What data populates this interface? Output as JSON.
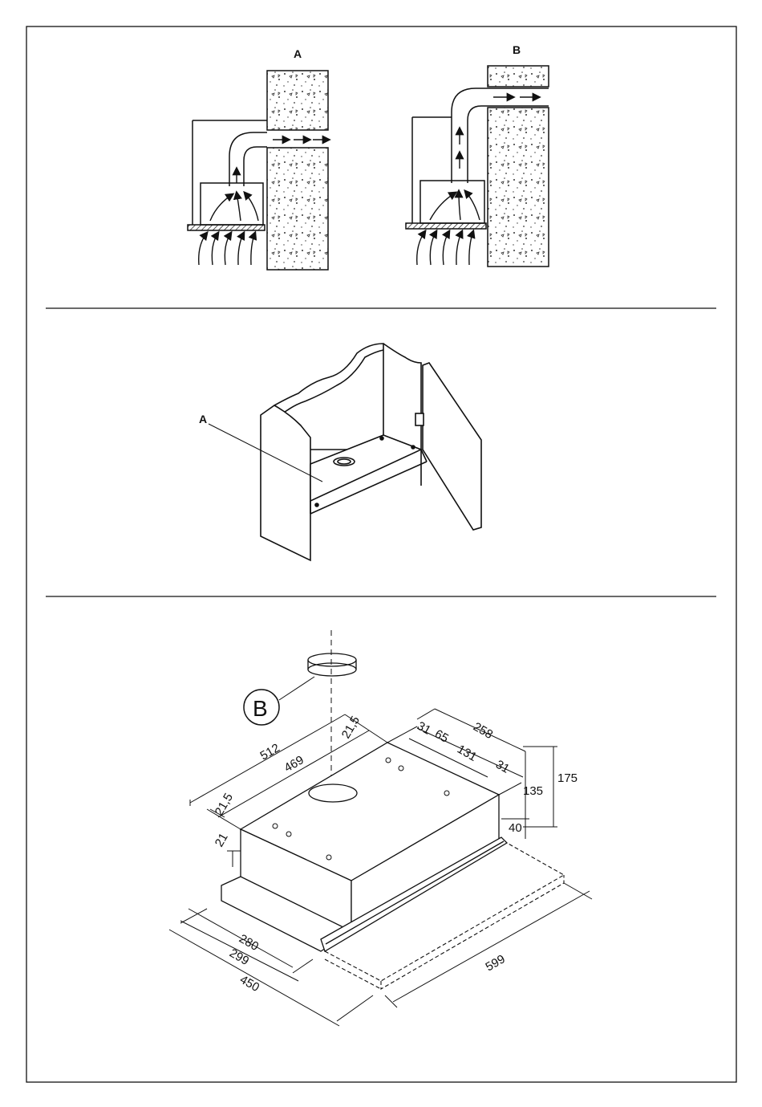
{
  "figure_top": {
    "label_a": "A",
    "label_b": "B"
  },
  "figure_middle": {
    "label_a": "A"
  },
  "figure_bottom": {
    "callout": "B",
    "dims": {
      "d512": "512",
      "d469": "469",
      "d21_5_top": "21,5",
      "d21_5_left": "21,5",
      "d21": "21",
      "d31_a": "31",
      "d65": "65",
      "d258": "258",
      "d131": "131",
      "d31_b": "31",
      "d175": "175",
      "d135": "135",
      "d40": "40",
      "d280": "280",
      "d299": "299",
      "d450": "450",
      "d599": "599"
    }
  }
}
